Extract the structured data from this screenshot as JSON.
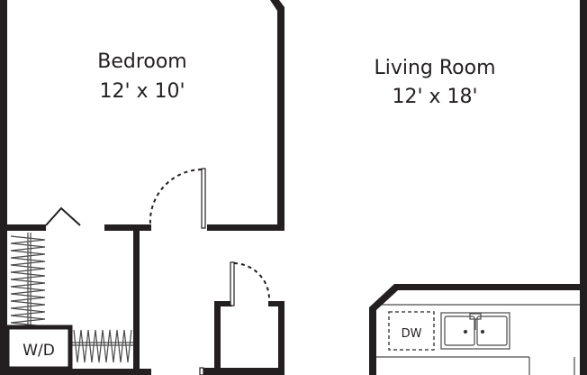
{
  "floor_plan": {
    "rooms": [
      {
        "name": "Bedroom",
        "dimensions": "12' x 10'"
      },
      {
        "name": "Living Room",
        "dimensions": "12' x 18'"
      }
    ],
    "fixtures": {
      "washer_dryer": "W/D",
      "dishwasher": "DW"
    },
    "colors": {
      "wall": "#231f20",
      "background": "#ffffff",
      "fixture_line": "#4a4a4a"
    }
  }
}
